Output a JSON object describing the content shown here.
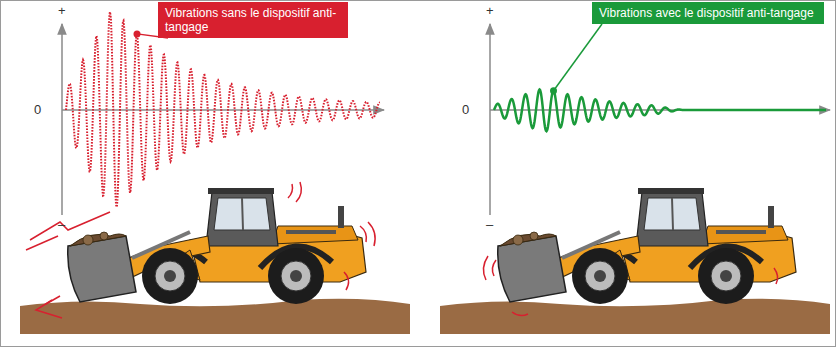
{
  "diagram": {
    "nodes": [
      {
        "text": [
          "Vibrations sans le dispositif anti-tangage"
        ]
      },
      {
        "text": [
          "Vibrations avec le dispositif anti-tangage"
        ]
      }
    ],
    "labels": [
      "+",
      "0",
      "–",
      "+",
      "0",
      "–"
    ]
  }
}
